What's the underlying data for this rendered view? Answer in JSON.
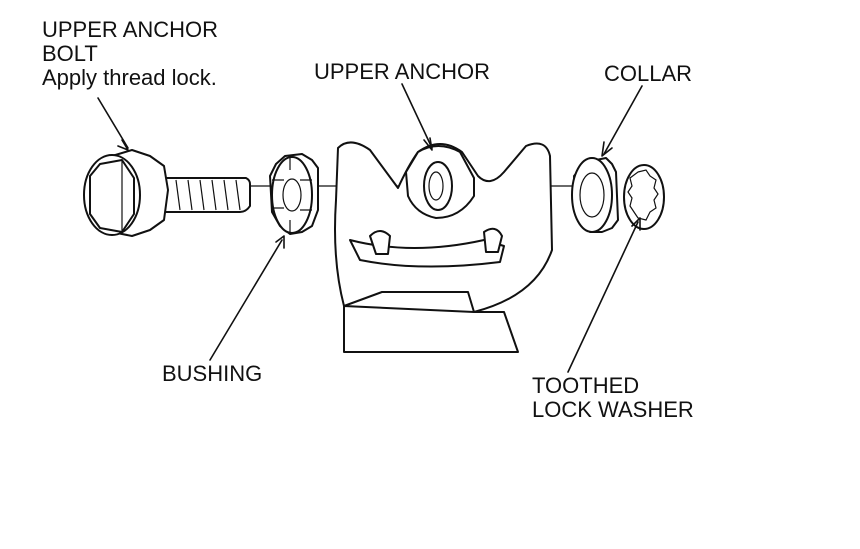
{
  "labels": {
    "bolt_line1": "UPPER ANCHOR",
    "bolt_line2": "BOLT",
    "bolt_note": "Apply thread lock.",
    "upper_anchor": "UPPER ANCHOR",
    "collar": "COLLAR",
    "bushing": "BUSHING",
    "washer_line1": "TOOTHED",
    "washer_line2": "LOCK WASHER"
  },
  "parts": [
    {
      "name": "upper-anchor-bolt",
      "icon": "hex-flange-bolt"
    },
    {
      "name": "bushing",
      "icon": "slotted-bushing"
    },
    {
      "name": "upper-anchor",
      "icon": "seat-belt-anchor-plate"
    },
    {
      "name": "collar",
      "icon": "cylindrical-collar"
    },
    {
      "name": "toothed-lock-washer",
      "icon": "toothed-washer"
    }
  ]
}
